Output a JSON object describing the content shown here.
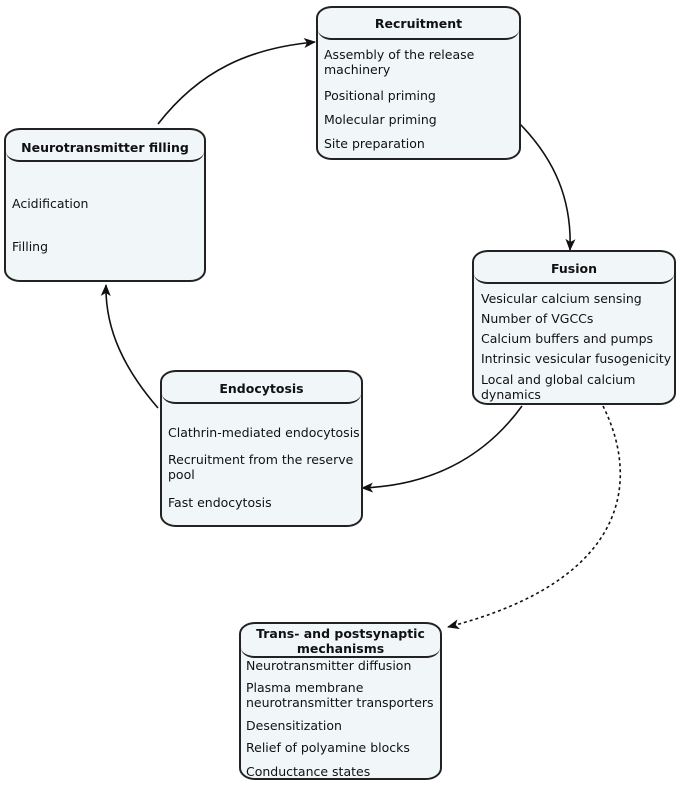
{
  "recruitment": {
    "title": "Recruitment",
    "items": [
      "Assembly of the release\nmachinery",
      "Positional priming",
      "Molecular priming",
      "Site preparation"
    ]
  },
  "filling": {
    "title": "Neurotransmitter filling",
    "items": [
      "Acidification",
      "Filling"
    ]
  },
  "fusion": {
    "title": "Fusion",
    "items": [
      "Vesicular calcium sensing",
      "Number of VGCCs",
      "Calcium buffers and pumps",
      "Intrinsic vesicular fusogenicity",
      "Local and global calcium\ndynamics"
    ]
  },
  "endocytosis": {
    "title": "Endocytosis",
    "items": [
      "Clathrin-mediated endocytosis",
      "Recruitment from the reserve\npool",
      "Fast endocytosis"
    ]
  },
  "postsynaptic": {
    "title": "Trans- and postsynaptic\nmechanisms",
    "items": [
      "Neurotransmitter diffusion",
      "Plasma membrane\nneurotransmitter transporters",
      "Desensitization",
      "Relief of polyamine blocks",
      "Conductance states"
    ]
  }
}
